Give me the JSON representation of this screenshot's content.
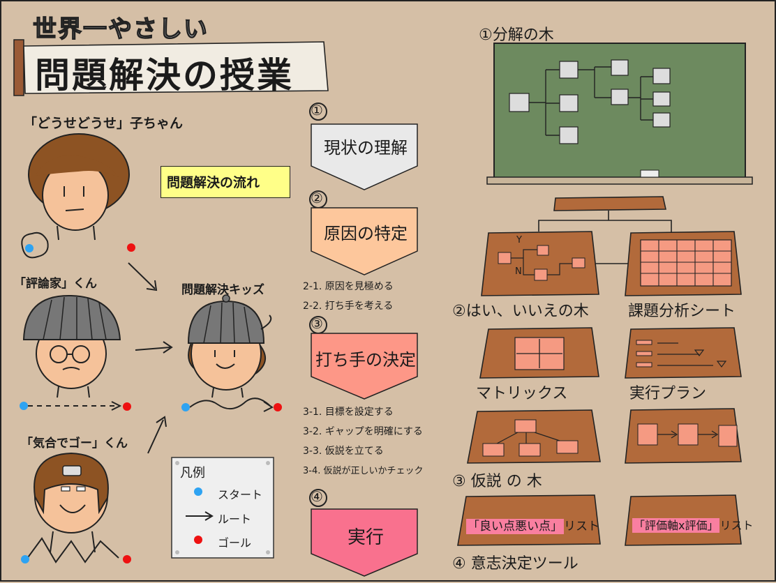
{
  "header": {
    "subtitle": "世界一やさしい",
    "title": "問題解決の授業"
  },
  "characters": {
    "dousedouse": {
      "label": "「どうせどうせ」子ちゃん"
    },
    "hyoronka": {
      "label": "「評論家」くん"
    },
    "kiai": {
      "label": "「気合でゴー」くん"
    },
    "kids": {
      "label": "問題解決キッズ"
    }
  },
  "flow_badge": "問題解決の流れ",
  "legend": {
    "title": "凡例",
    "start": "スタート",
    "route": "ルート",
    "goal": "ゴール"
  },
  "steps": [
    {
      "num": "①",
      "label": "現状の理解",
      "color": "#e9e9e9"
    },
    {
      "num": "②",
      "label": "原因の特定",
      "color": "#fdc79c",
      "subs": [
        "2-1. 原因を見極める",
        "2-2. 打ち手を考える"
      ]
    },
    {
      "num": "③",
      "label": "打ち手の決定",
      "color": "#fd9787",
      "subs": [
        "3-1. 目標を設定する",
        "3-2. ギャップを明確にする",
        "3-3. 仮説を立てる",
        "3-4. 仮説が正しいかチェック"
      ]
    },
    {
      "num": "④",
      "label": "実行",
      "color": "#f9718e"
    }
  ],
  "tools": {
    "tree1": "①分解の木",
    "yes_no": "②はい、いいえの木",
    "yes_mark": "Y",
    "no_mark": "N",
    "issue_sheet": "課題分析シート",
    "matrix": "マトリックス",
    "plan": "実行プラン",
    "hypothesis": "③ 仮説 の 木",
    "pros_cons_hl": "「良い点悪い点」",
    "pros_cons_tail": "リスト",
    "eval_hl": "「評価軸x評価」",
    "eval_tail": "リスト",
    "decision_tools": "④ 意志決定ツール"
  },
  "colors": {
    "background": "#d5bfa6",
    "desk": "#b26a3b",
    "board": "#6d8a5f",
    "salmon": "#f59a82",
    "start_dot": "#2ea3f2",
    "goal_dot": "#ee1111"
  }
}
